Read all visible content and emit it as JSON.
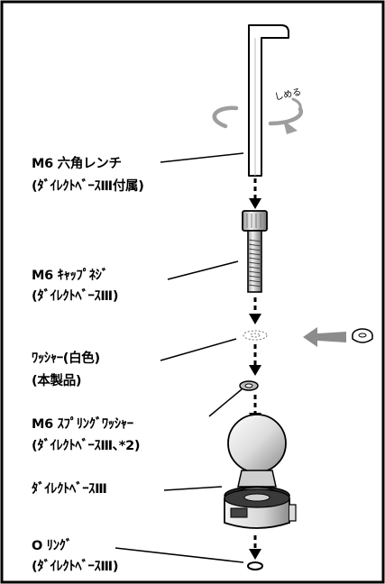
{
  "annotation": {
    "tighten": "しめる"
  },
  "parts": [
    {
      "name": "M6 六角レンチ",
      "sub": "(ﾀﾞｲﾚｸﾄﾍﾞｰｽⅢ付属)"
    },
    {
      "name": "M6 ｷｬｯﾌﾟﾈｼﾞ",
      "sub": "(ﾀﾞｲﾚｸﾄﾍﾞｰｽⅢ)"
    },
    {
      "name": "ﾜｯｼｬｰ(白色)",
      "sub": "(本製品)"
    },
    {
      "name": "M6 ｽﾌﾟﾘﾝｸﾞﾜｯｼｬｰ",
      "sub": "(ﾀﾞｲﾚｸﾄﾍﾞｰｽⅢ､*2)"
    },
    {
      "name": "ﾀﾞｲﾚｸﾄﾍﾞｰｽⅢ"
    },
    {
      "name": "O ﾘﾝｸﾞ",
      "sub": "(ﾀﾞｲﾚｸﾄﾍﾞｰｽⅢ)"
    }
  ]
}
